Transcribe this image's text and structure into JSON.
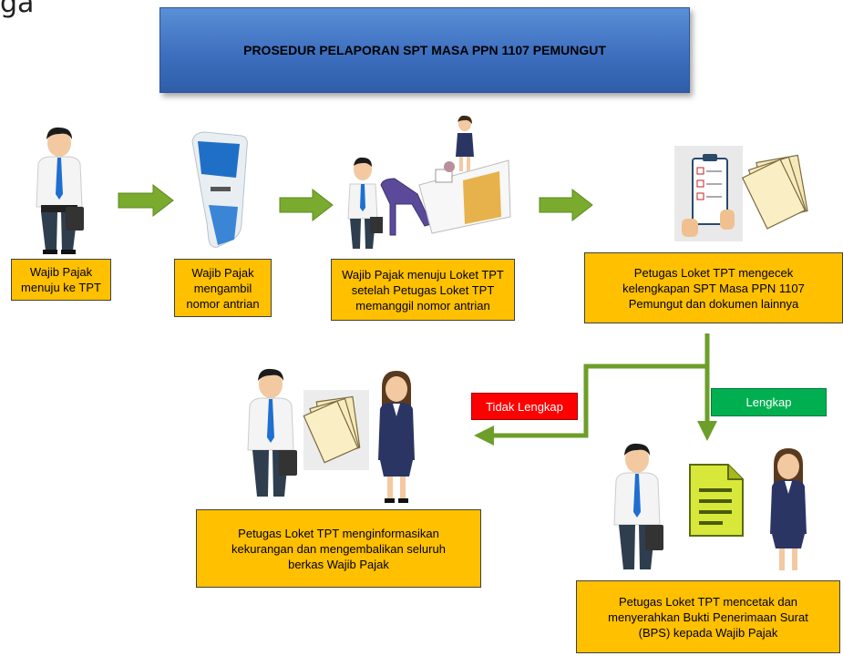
{
  "corner_text": "ga",
  "title": "PROSEDUR PELAPORAN SPT MASA PPN 1107 PEMUNGUT",
  "steps": [
    {
      "text": "Wajib Pajak menuju ke TPT"
    },
    {
      "text": "Wajib Pajak mengambil nomor antrian"
    },
    {
      "text": "Wajib Pajak menuju Loket TPT setelah Petugas Loket TPT memanggil nomor antrian"
    },
    {
      "text": "Petugas Loket TPT mengecek kelengkapan SPT Masa PPN 1107 Pemungut dan dokumen lainnya"
    },
    {
      "text": "Petugas Loket TPT menginformasikan kekurangan dan mengembalikan seluruh berkas Wajib Pajak"
    },
    {
      "text": "Petugas Loket TPT mencetak dan menyerahkan Bukti Penerimaan Surat (BPS) kepada Wajib Pajak"
    }
  ],
  "labels": {
    "incomplete": "Tidak Lengkap",
    "complete": "Lengkap"
  },
  "colors": {
    "step_box": "#ffc000",
    "title_box": "#4a7fcb",
    "arrow": "#7aab2e",
    "incomplete": "#ff0000",
    "complete": "#00b050"
  }
}
